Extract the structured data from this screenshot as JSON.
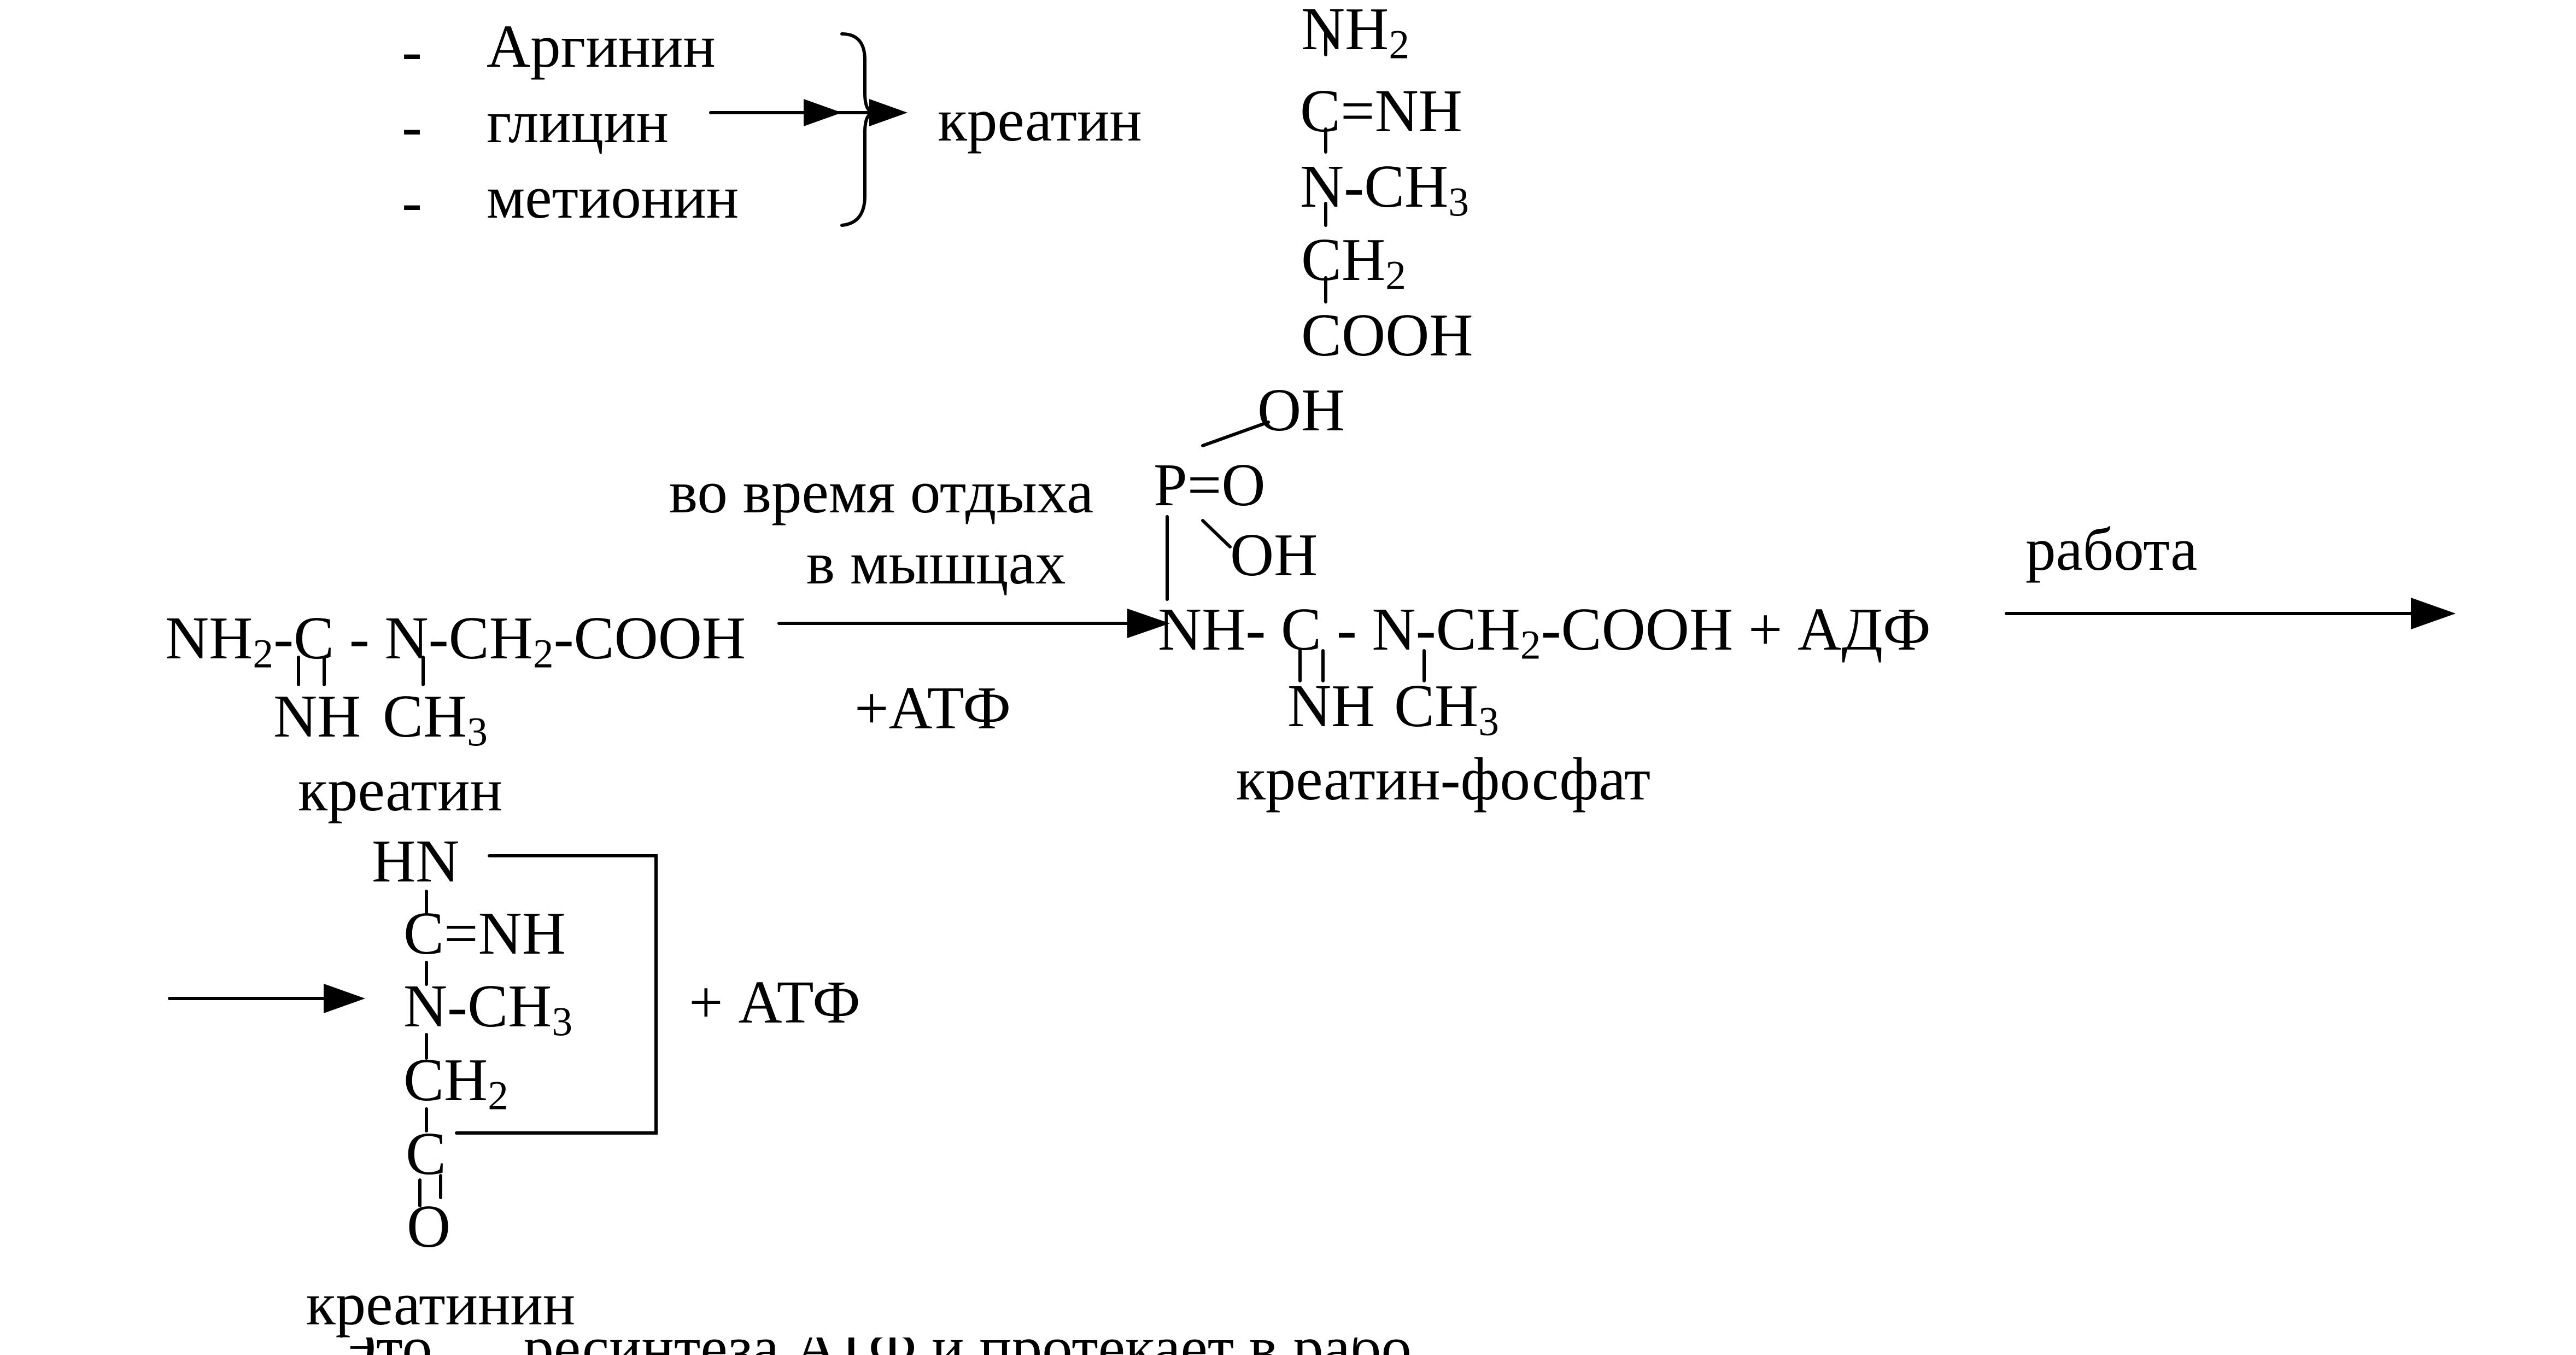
{
  "colors": {
    "ink": "#000000",
    "paper": "#ffffff"
  },
  "top_cut_text": "",
  "bottom_cut_text": "Это … ресинтеза АТФ и протекает в рабо",
  "synthesis": {
    "dash": "-",
    "items": [
      "Аргинин",
      "глицин",
      "метионин"
    ],
    "product": "креатин",
    "structure": {
      "nh2": "NH",
      "nh2_sub": "2",
      "c_nh": "C=NH",
      "n_ch3": "N-CH",
      "n_ch3_sub": "3",
      "ch2": "CH",
      "ch2_sub": "2",
      "cooh": "COOH"
    }
  },
  "phosphorylation": {
    "creatine_line": {
      "a": "NH",
      "a_sub": "2",
      "b": "-C - N-CH",
      "b_sub": "2",
      "c": "-COOH"
    },
    "creatine_below": {
      "nh": "NH",
      "ch3": "CH",
      "ch3_sub": "3"
    },
    "creatine_label": "креатин",
    "arrow_top_1": "во время отдыха",
    "arrow_top_2": "в мышцах",
    "arrow_bottom": "+АТФ",
    "phosphate": {
      "oh_top": "OH",
      "p_o": "P=O",
      "oh_bottom": "OH"
    },
    "product_line": {
      "a": "NH- C - N-CH",
      "a_sub": "2",
      "b": "-COOH + АДФ"
    },
    "product_below": {
      "nh": "NH",
      "ch3": "CH",
      "ch3_sub": "3"
    },
    "product_label": "креатин-фосфат",
    "work_label": "работа"
  },
  "creatinine": {
    "hn": "HN",
    "c_nh": "C=NH",
    "n_ch3": "N-CH",
    "n_ch3_sub": "3",
    "ch2": "CH",
    "ch2_sub": "2",
    "c": "C",
    "o": "O",
    "plus_atp": "+ АТФ",
    "label": "креатинин"
  }
}
